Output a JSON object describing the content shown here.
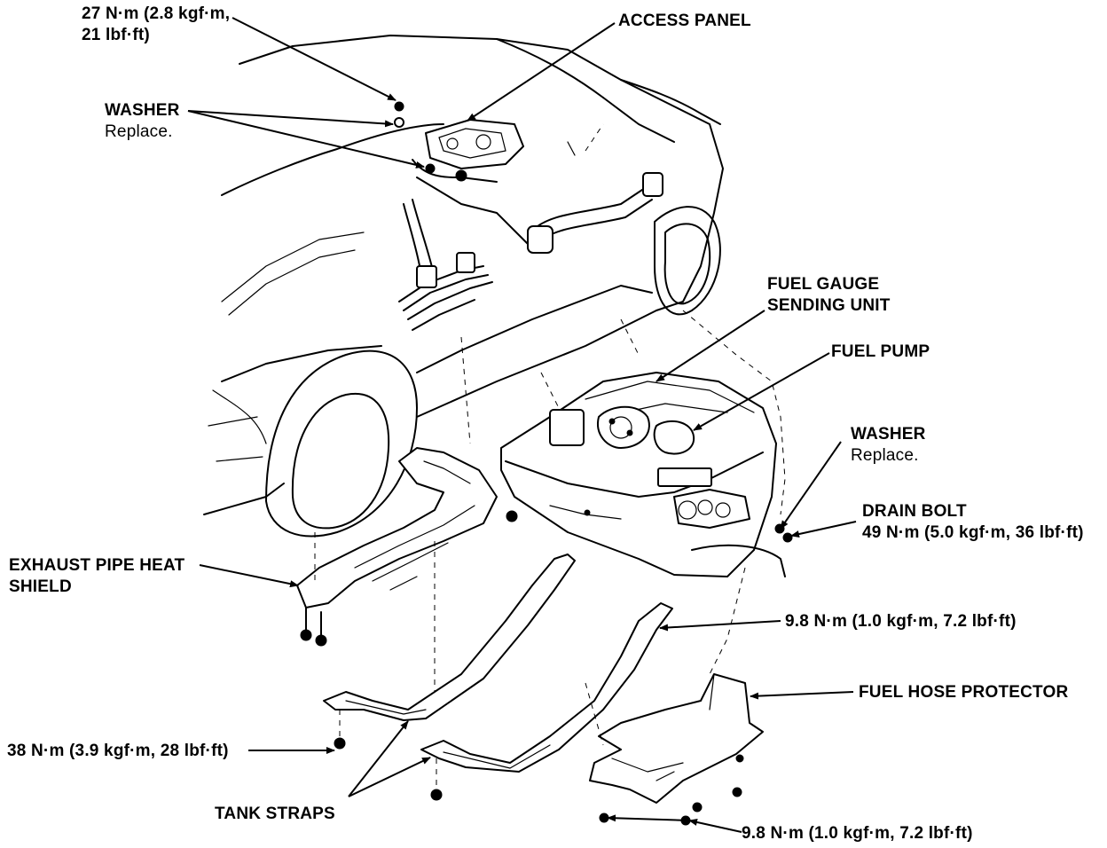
{
  "labels": {
    "torque_access_top_1": "27 N·m (2.8 kgf·m,",
    "torque_access_top_2": "21 lbf·ft)",
    "access_panel": "ACCESS PANEL",
    "washer_top": "WASHER",
    "washer_top_note": "Replace.",
    "fuel_gauge_1": "FUEL GAUGE",
    "fuel_gauge_2": "SENDING UNIT",
    "fuel_pump": "FUEL PUMP",
    "washer_right": "WASHER",
    "washer_right_note": "Replace.",
    "drain_bolt": "DRAIN BOLT",
    "drain_bolt_torque": "49 N·m (5.0 kgf·m, 36 lbf·ft)",
    "exhaust_1": "EXHAUST PIPE HEAT",
    "exhaust_2": "SHIELD",
    "torque_strap_right": "9.8 N·m (1.0 kgf·m, 7.2 lbf·ft)",
    "fuel_hose_protector": "FUEL HOSE PROTECTOR",
    "torque_strap_left": "38 N·m (3.9 kgf·m, 28 lbf·ft)",
    "tank_straps": "TANK STRAPS",
    "torque_protector": "9.8 N·m (1.0 kgf·m, 7.2 lbf·ft)"
  }
}
